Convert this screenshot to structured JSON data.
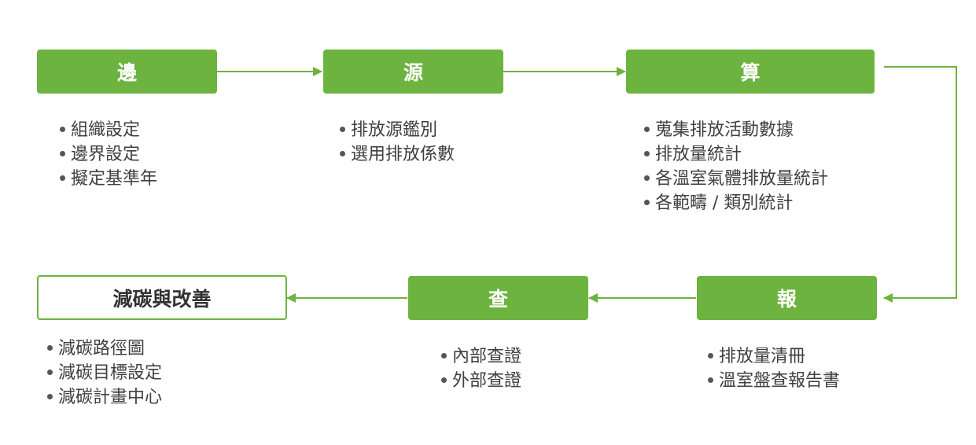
{
  "colors": {
    "accent": "#6db33f",
    "text": "#404040",
    "box_text": "#ffffff"
  },
  "steps": [
    {
      "label": "邊",
      "items": [
        "組織設定",
        "邊界設定",
        "擬定基準年"
      ]
    },
    {
      "label": "源",
      "items": [
        "排放源鑑別",
        "選用排放係數"
      ]
    },
    {
      "label": "算",
      "items": [
        "蒐集排放活動數據",
        "排放量統計",
        "各溫室氣體排放量統計",
        "各範疇 / 類別統計"
      ]
    },
    {
      "label": "報",
      "items": [
        "排放量清冊",
        "溫室盤查報告書"
      ]
    },
    {
      "label": "查",
      "items": [
        "內部查證",
        "外部查證"
      ]
    },
    {
      "label": "減碳與改善",
      "items": [
        "減碳路徑圖",
        "減碳目標設定",
        "減碳計畫中心"
      ]
    }
  ]
}
